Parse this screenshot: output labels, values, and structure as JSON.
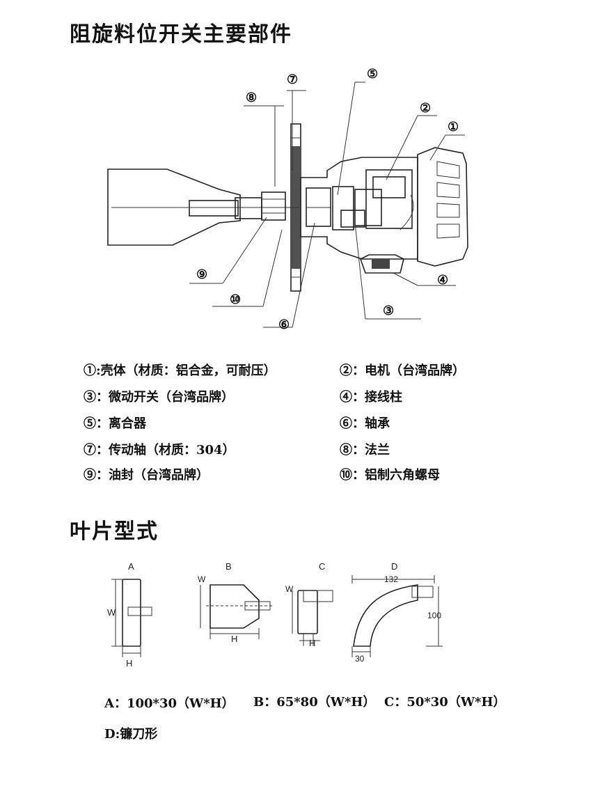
{
  "section1_title": "阻旋料位开关主要部件",
  "section2_title": "叶片型式",
  "callouts": {
    "c1": "①",
    "c2": "②",
    "c3": "③",
    "c4": "④",
    "c5": "⑤",
    "c6": "⑥",
    "c7": "⑦",
    "c8": "⑧",
    "c9": "⑨",
    "c10": "⑩"
  },
  "components": [
    "①:壳体（材质：铝合金，可耐压）",
    "②：电机（台湾品牌）",
    "③：微动开关（台湾品牌）",
    "④：接线柱",
    "⑤：离合器",
    "⑥：轴承",
    "⑦：传动轴（材质：304）",
    "⑧：法兰",
    "⑨：油封（台湾品牌）",
    "⑩：铝制六角螺母"
  ],
  "blades": {
    "A": {
      "letter": "A",
      "w": "W",
      "h": "H",
      "desc": "A：100*30（W*H）"
    },
    "B": {
      "letter": "B",
      "w": "W",
      "h": "H",
      "desc": "B：65*80（W*H）"
    },
    "C": {
      "letter": "C",
      "w": "W",
      "h": "H",
      "desc": "C：50*30（W*H）"
    },
    "D": {
      "letter": "D",
      "d132": "132",
      "d100": "100",
      "d30": "30",
      "desc": "D:镰刀形"
    }
  }
}
